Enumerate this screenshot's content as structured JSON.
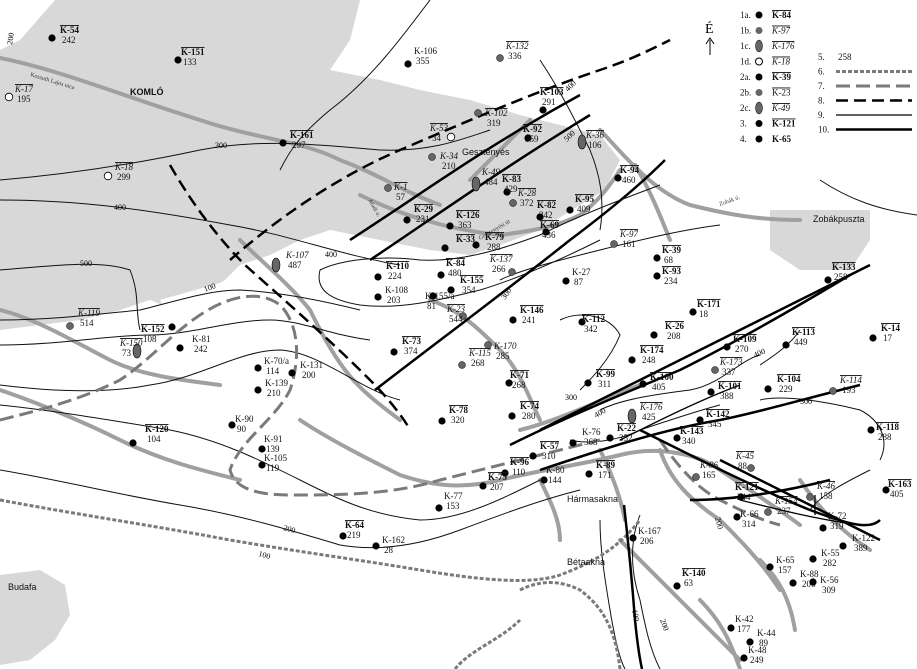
{
  "places": [
    {
      "name": "KOMLÓ"
    },
    {
      "name": "Gesztenyés"
    },
    {
      "name": "Zobákpuszta"
    },
    {
      "name": "Hármasakna"
    },
    {
      "name": "Bétaakna"
    },
    {
      "name": "Budafa"
    }
  ],
  "contour_labels": [
    "200",
    "300",
    "400",
    "500",
    "400",
    "500",
    "400",
    "300",
    "400",
    "300",
    "400",
    "300",
    "200",
    "100",
    "100",
    "100",
    "200",
    "200"
  ],
  "street_labels": [
    "Kossuth Lajos utca",
    "Aradi u.",
    "Gesztenyési út",
    "Zobák ú."
  ],
  "wells": [
    {
      "id": "K-54",
      "value": "242",
      "style": "1a",
      "underline": true
    },
    {
      "id": "K-151",
      "value": "133",
      "style": "1a",
      "underline": true
    },
    {
      "id": "K-17",
      "value": "195",
      "style": "1d",
      "underline": true
    },
    {
      "id": "K-161",
      "value": "297",
      "style": "1a",
      "underline": true
    },
    {
      "id": "K-18",
      "value": "299",
      "style": "1d",
      "underline": true
    },
    {
      "id": "K-106",
      "value": "355",
      "style": "1a",
      "underline": false
    },
    {
      "id": "K-132",
      "value": "336",
      "style": "1b",
      "underline": true
    },
    {
      "id": "K-102",
      "value": "319",
      "style": "1b",
      "underline": true
    },
    {
      "id": "K-103",
      "value": "291",
      "style": "1a",
      "underline": true
    },
    {
      "id": "K-53",
      "value": "34",
      "style": "1d",
      "underline": true
    },
    {
      "id": "K-34",
      "value": "210",
      "style": "1b",
      "underline": false
    },
    {
      "id": "K-92",
      "value": "359",
      "style": "1a",
      "underline": true
    },
    {
      "id": "K-36",
      "value": "106",
      "style": "1c",
      "underline": true
    },
    {
      "id": "K-49",
      "value": "484",
      "style": "1c",
      "underline": false
    },
    {
      "id": "K-83",
      "value": "429",
      "style": "1a",
      "underline": true
    },
    {
      "id": "K-1",
      "value": "57",
      "style": "1b",
      "underline": true
    },
    {
      "id": "K-28",
      "value": "372",
      "style": "1b",
      "underline": true
    },
    {
      "id": "K-82",
      "value": "342",
      "style": "1a",
      "underline": true
    },
    {
      "id": "K-95",
      "value": "409",
      "style": "1a",
      "underline": true
    },
    {
      "id": "K-94",
      "value": "460",
      "style": "1a",
      "underline": true
    },
    {
      "id": "K-29",
      "value": "231",
      "style": "1a",
      "underline": true
    },
    {
      "id": "K-126",
      "value": "363",
      "style": "1a",
      "underline": true
    },
    {
      "id": "K-69",
      "value": "436",
      "style": "1a",
      "underline": true
    },
    {
      "id": "K-97",
      "value": "161",
      "style": "1b",
      "underline": true
    },
    {
      "id": "K-33",
      "value": "",
      "style": "1a",
      "underline": true
    },
    {
      "id": "K-79",
      "value": "288",
      "style": "1a",
      "underline": true
    },
    {
      "id": "K-107",
      "value": "487",
      "style": "1c",
      "underline": false
    },
    {
      "id": "K-39",
      "value": "68",
      "style": "1a",
      "underline": true
    },
    {
      "id": "K-93",
      "value": "234",
      "style": "1a",
      "underline": true
    },
    {
      "id": "K-110",
      "value": "224",
      "style": "1a",
      "underline": true
    },
    {
      "id": "K-84",
      "value": "480",
      "style": "1a",
      "underline": true
    },
    {
      "id": "K-137",
      "value": "266",
      "style": "1b",
      "underline": true
    },
    {
      "id": "K-27",
      "value": "87",
      "style": "1a",
      "underline": false
    },
    {
      "id": "K-133",
      "value": "258",
      "style": "1a",
      "underline": true
    },
    {
      "id": "K-108",
      "value": "203",
      "style": "1a",
      "underline": false
    },
    {
      "id": "K-155",
      "value": "354",
      "style": "1a",
      "underline": true
    },
    {
      "id": "K-155/a",
      "value": "81",
      "style": "1a",
      "underline": false
    },
    {
      "id": "K-23",
      "value": "544",
      "style": "1b",
      "underline": true
    },
    {
      "id": "K-171",
      "value": "18",
      "style": "1a",
      "underline": true
    },
    {
      "id": "K-119",
      "value": "514",
      "style": "1b",
      "underline": true
    },
    {
      "id": "K-146",
      "value": "241",
      "style": "1a",
      "underline": true
    },
    {
      "id": "K-112",
      "value": "342",
      "style": "1a",
      "underline": true
    },
    {
      "id": "K-152",
      "value": "108",
      "style": "1a",
      "underline": true
    },
    {
      "id": "K-150",
      "value": "73",
      "style": "1c",
      "underline": true
    },
    {
      "id": "K-81",
      "value": "242",
      "style": "1a",
      "underline": false
    },
    {
      "id": "K-26",
      "value": "208",
      "style": "1a",
      "underline": true
    },
    {
      "id": "K-14",
      "value": "17",
      "style": "1a",
      "underline": true
    },
    {
      "id": "K-73",
      "value": "374",
      "style": "1a",
      "underline": true
    },
    {
      "id": "K-170",
      "value": "285",
      "style": "1b",
      "underline": false
    },
    {
      "id": "K-115",
      "value": "268",
      "style": "1b",
      "underline": true
    },
    {
      "id": "K-109",
      "value": "270",
      "style": "1a",
      "underline": true
    },
    {
      "id": "K-113",
      "value": "449",
      "style": "1a",
      "underline": true
    },
    {
      "id": "K-174",
      "value": "248",
      "style": "1a",
      "underline": true
    },
    {
      "id": "K-70/a",
      "value": "114",
      "style": "1a",
      "underline": false
    },
    {
      "id": "K-131",
      "value": "200",
      "style": "1a",
      "underline": false
    },
    {
      "id": "K-173",
      "value": "337",
      "style": "1b",
      "underline": true
    },
    {
      "id": "K-139",
      "value": "210",
      "style": "1a",
      "underline": false
    },
    {
      "id": "K-71",
      "value": "268",
      "style": "1a",
      "underline": true
    },
    {
      "id": "K-99",
      "value": "311",
      "style": "1a",
      "underline": true
    },
    {
      "id": "K-100",
      "value": "405",
      "style": "1a",
      "underline": true
    },
    {
      "id": "K-104",
      "value": "229",
      "style": "1a",
      "underline": true
    },
    {
      "id": "K-114",
      "value": "193",
      "style": "1b",
      "underline": true
    },
    {
      "id": "K-101",
      "value": "388",
      "style": "1a",
      "underline": true
    },
    {
      "id": "K-78",
      "value": "320",
      "style": "1a",
      "underline": true
    },
    {
      "id": "K-74",
      "value": "280",
      "style": "1a",
      "underline": true
    },
    {
      "id": "K-176",
      "value": "425",
      "style": "1c",
      "underline": true
    },
    {
      "id": "K-142",
      "value": "345",
      "style": "1a",
      "underline": true
    },
    {
      "id": "K-90",
      "value": "90",
      "style": "1a",
      "underline": false
    },
    {
      "id": "K-118",
      "value": "288",
      "style": "1a",
      "underline": true
    },
    {
      "id": "K-120",
      "value": "104",
      "style": "1a",
      "underline": true
    },
    {
      "id": "K-76",
      "value": "368",
      "style": "1a",
      "underline": false
    },
    {
      "id": "K-22",
      "value": "352",
      "style": "1a",
      "underline": true
    },
    {
      "id": "K-143",
      "value": "340",
      "style": "1a",
      "underline": true
    },
    {
      "id": "K-91",
      "value": "139",
      "style": "1a",
      "underline": false
    },
    {
      "id": "K-105",
      "value": "119",
      "style": "1a",
      "underline": false
    },
    {
      "id": "K-57",
      "value": "310",
      "style": "1a",
      "underline": true
    },
    {
      "id": "K-45",
      "value": "88",
      "style": "1b",
      "underline": true
    },
    {
      "id": "K-96",
      "value": "110",
      "style": "1a",
      "underline": true
    },
    {
      "id": "K-89",
      "value": "171",
      "style": "1a",
      "underline": true
    },
    {
      "id": "K-80",
      "value": "144",
      "style": "1a",
      "underline": false
    },
    {
      "id": "K-86",
      "value": "165",
      "style": "1b",
      "underline": false
    },
    {
      "id": "K-75",
      "value": "207",
      "style": "1a",
      "underline": true
    },
    {
      "id": "K-163",
      "value": "405",
      "style": "1a",
      "underline": true
    },
    {
      "id": "K-121",
      "value": "244",
      "style": "1a",
      "underline": true
    },
    {
      "id": "K-46",
      "value": "158",
      "style": "1b",
      "underline": true
    },
    {
      "id": "K-77",
      "value": "153",
      "style": "1a",
      "underline": false
    },
    {
      "id": "K-154",
      "value": "237",
      "style": "1b",
      "underline": true
    },
    {
      "id": "K-66",
      "value": "314",
      "style": "1a",
      "underline": false
    },
    {
      "id": "K-72",
      "value": "319",
      "style": "1a",
      "underline": false
    },
    {
      "id": "K-64",
      "value": "219",
      "style": "1a",
      "underline": true
    },
    {
      "id": "K-162",
      "value": "28",
      "style": "1a",
      "underline": false
    },
    {
      "id": "K-167",
      "value": "206",
      "style": "1a",
      "underline": false
    },
    {
      "id": "K-122",
      "value": "389",
      "style": "1a",
      "underline": false
    },
    {
      "id": "K-55",
      "value": "282",
      "style": "1a",
      "underline": false
    },
    {
      "id": "K-65",
      "value": "157",
      "style": "1a",
      "underline": false
    },
    {
      "id": "K-88",
      "value": "206",
      "style": "1a",
      "underline": false
    },
    {
      "id": "K-56",
      "value": "309",
      "style": "1a",
      "underline": false
    },
    {
      "id": "K-140",
      "value": "63",
      "style": "1a",
      "underline": true
    },
    {
      "id": "K-42",
      "value": "177",
      "style": "1a",
      "underline": false
    },
    {
      "id": "K-44",
      "value": "89",
      "style": "1a",
      "underline": false
    },
    {
      "id": "K-48",
      "value": "249",
      "style": "1a",
      "underline": false
    }
  ],
  "north_arrow": "É",
  "legend": {
    "left": [
      {
        "key": "1a.",
        "sample": "K-84",
        "bold": true,
        "underline": true
      },
      {
        "key": "1b.",
        "sample": "K-97",
        "italic": true,
        "underline": true
      },
      {
        "key": "1c.",
        "sample": "K-176",
        "italic": true,
        "underline": true
      },
      {
        "key": "1d.",
        "sample": "K-18",
        "italic": true,
        "underline": true
      },
      {
        "key": "2a.",
        "sample": "K-39",
        "bold": true,
        "underline": true
      },
      {
        "key": "2b.",
        "sample": "K-23",
        "italic": false,
        "underline": true
      },
      {
        "key": "2c.",
        "sample": "K-49",
        "italic": true,
        "underline": true
      },
      {
        "key": "3.",
        "sample": "K-121",
        "bold": true,
        "underline": true
      },
      {
        "key": "4.",
        "sample": "K-65",
        "bold": true,
        "underline": false
      }
    ],
    "right": [
      {
        "key": "5.",
        "text": "258"
      },
      {
        "key": "6.",
        "line": "dash-gray-fine"
      },
      {
        "key": "7.",
        "line": "dash-gray-long"
      },
      {
        "key": "8.",
        "line": "dash-black"
      },
      {
        "key": "9.",
        "line": "solid-thin"
      },
      {
        "key": "10.",
        "line": "solid-thick"
      }
    ]
  },
  "colors": {
    "settlement": "#d8d8d8",
    "road": "#a0a0a0",
    "contour": "#111111",
    "fault": "#000000"
  }
}
